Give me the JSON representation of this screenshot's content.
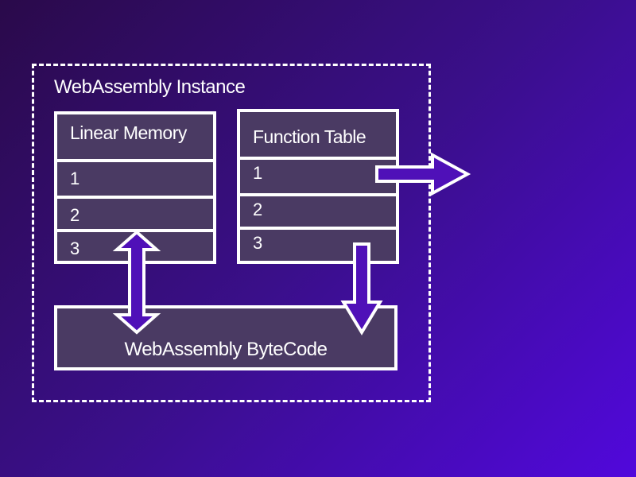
{
  "instance": {
    "title": "WebAssembly Instance"
  },
  "linear_memory": {
    "title": "Linear Memory",
    "rows": [
      "1",
      "2",
      "3"
    ]
  },
  "function_table": {
    "title": "Function Table",
    "rows": [
      "1",
      "2",
      "3"
    ]
  },
  "bytecode": {
    "label": "WebAssembly ByteCode"
  },
  "colors": {
    "stroke": "#ffffff",
    "box_fill": "#4a3a63",
    "arrow_fill": "#4f10b8"
  }
}
